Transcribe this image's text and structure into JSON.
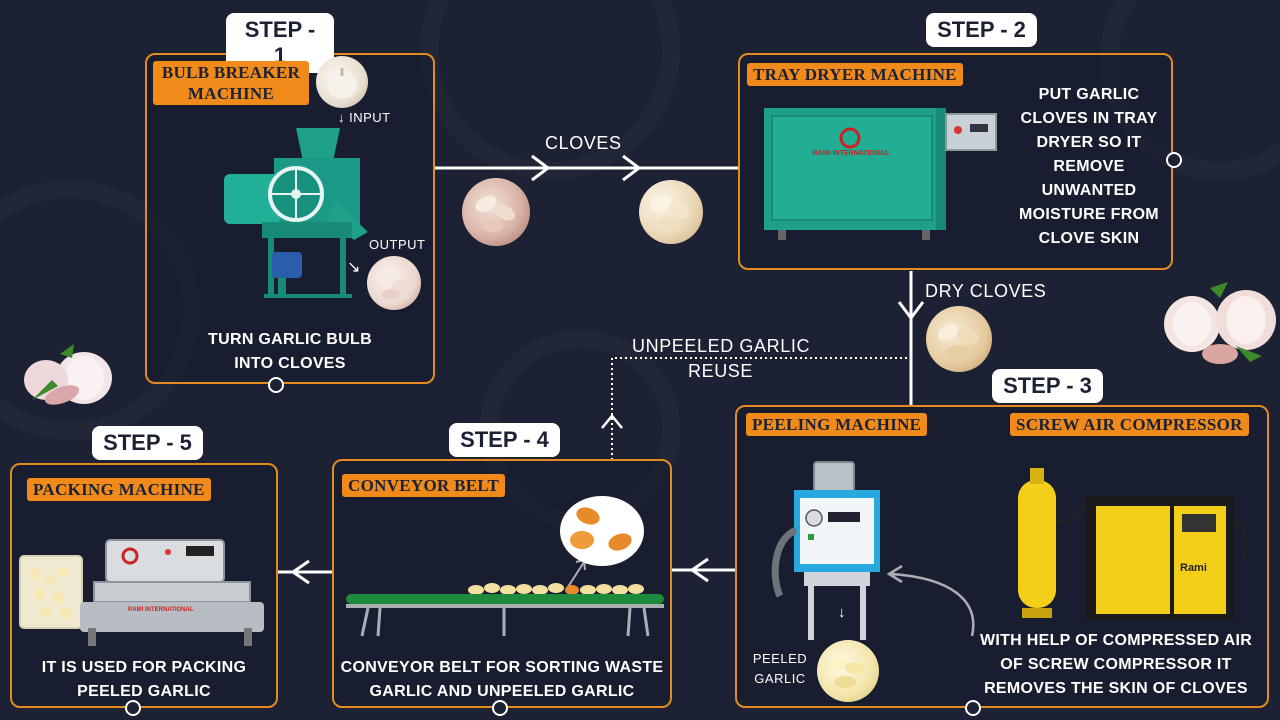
{
  "steps": {
    "s1": {
      "badge": "STEP - 1",
      "tag_line1": "BULB BREAKER",
      "tag_line2": "MACHINE",
      "input": "INPUT",
      "output": "OUTPUT",
      "caption_line1": "TURN GARLIC BULB",
      "caption_line2": "INTO CLOVES"
    },
    "s2": {
      "badge": "STEP - 2",
      "tag": "TRAY DRYER MACHINE",
      "desc": [
        "PUT GARLIC",
        "CLOVES IN TRAY",
        "DRYER SO IT",
        "REMOVE",
        "UNWANTED",
        "MOISTURE FROM",
        "CLOVE SKIN"
      ],
      "brand": "RAMI INTERNATIONAL"
    },
    "s3": {
      "badge": "STEP - 3",
      "tag_peel": "PEELING MACHINE",
      "tag_comp": "SCREW AIR COMPRESSOR",
      "peeled_line1": "PEELED",
      "peeled_line2": "GARLIC",
      "caption": [
        "WITH HELP OF COMPRESSED AIR",
        "OF SCREW COMPRESSOR IT",
        "REMOVES THE SKIN OF CLOVES"
      ],
      "comp_brand": "Rami"
    },
    "s4": {
      "badge": "STEP - 4",
      "tag": "CONVEYOR BELT",
      "caption_line1": "CONVEYOR BELT FOR SORTING WASTE",
      "caption_line2": "GARLIC AND UNPEELED GARLIC"
    },
    "s5": {
      "badge": "STEP - 5",
      "tag": "PACKING MACHINE",
      "caption_line1": "IT IS USED FOR PACKING",
      "caption_line2": "PEELED GARLIC",
      "brand": "RAMI INTERNATIONAL"
    }
  },
  "flow": {
    "cloves": "CLOVES",
    "dry_cloves": "DRY CLOVES",
    "unpeeled_line1": "UNPEELED GARLIC",
    "unpeeled_line2": "REUSE"
  },
  "colors": {
    "background": "#1c2233",
    "accent": "#f08a1a",
    "machine_teal": "#1fa08a"
  }
}
